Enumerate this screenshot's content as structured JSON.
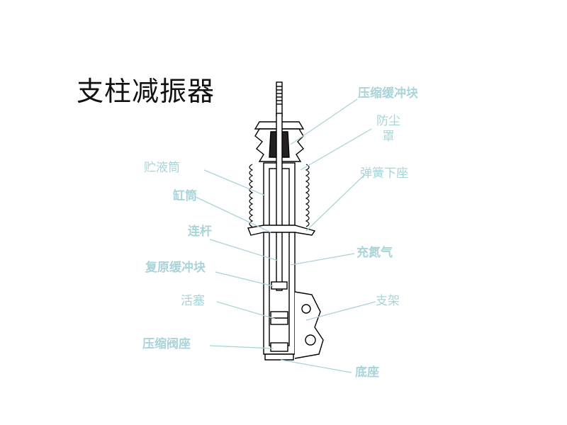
{
  "title": "支柱减振器",
  "colors": {
    "label": "#a9d4d9",
    "leader": "#a9d4d9",
    "drawing": "#000000"
  },
  "labels": {
    "compression_bumper": "压缩缓冲块",
    "dust_cover": "防尘罩",
    "spring_lower_seat": "弹簧下座",
    "reservoir": "贮液筒",
    "cylinder": "缸筒",
    "rod": "连杆",
    "nitrogen": "充氮气",
    "rebound_bumper": "复原缓冲块",
    "piston": "活塞",
    "bracket": "支架",
    "compression_valve_seat": "压缩阀座",
    "base": "底座"
  }
}
